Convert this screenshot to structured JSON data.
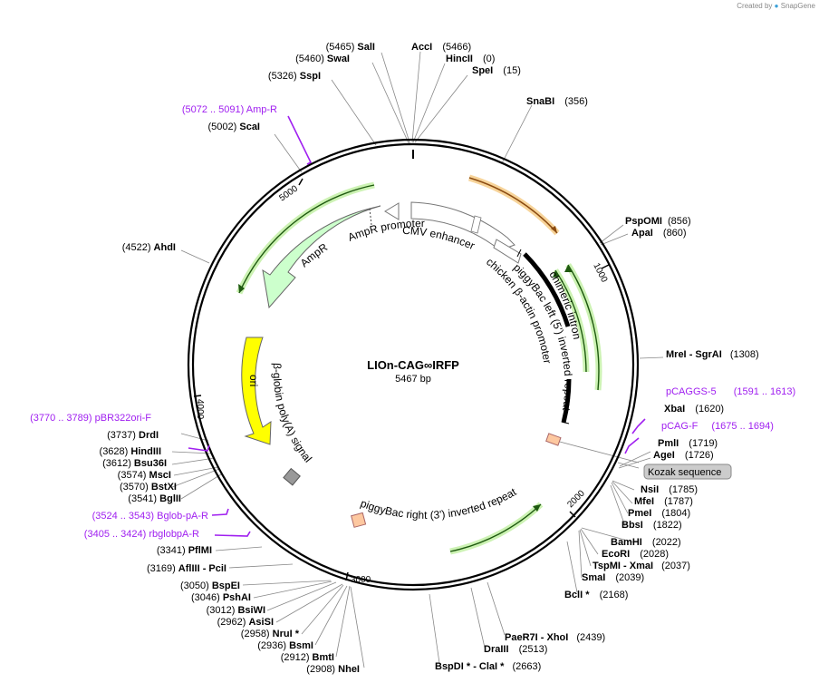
{
  "credit": {
    "prefix": "Created by",
    "brand": "SnapGene"
  },
  "plasmid": {
    "name": "LIOn-CAG∞IRFP",
    "size_label": "5467 bp"
  },
  "ruler": {
    "ticks": [
      "1000",
      "2000",
      "3000",
      "4000",
      "5000"
    ]
  },
  "colors": {
    "backbone": "#000000",
    "primer": "#a020f0",
    "ampr": "#ccffcc",
    "ori": "#ffff00",
    "orf": "#88bb44",
    "orange_orf": "#cc8833"
  },
  "features": {
    "ampr_promoter": "AmpR promoter",
    "cmv_enhancer": "CMV enhancer",
    "ampr": "AmpR",
    "ori": "ori",
    "chicken": "chicken β-actin promoter",
    "chimeric_intron": "chimeric intron",
    "piggybac_left": "piggyBac left (5') inverted repeat",
    "bglobin_polya": "β-globin poly(A) signal",
    "piggybac_right": "piggyBac right (3') inverted repeat",
    "kozak": "Kozak sequence"
  },
  "sites": {
    "s5465": {
      "pos": "(5465)",
      "name": "SalI"
    },
    "s5460": {
      "pos": "(5460)",
      "name": "SwaI"
    },
    "s5326": {
      "pos": "(5326)",
      "name": "SspI"
    },
    "s5002": {
      "pos": "(5002)",
      "name": "ScaI"
    },
    "s4522": {
      "pos": "(4522)",
      "name": "AhdI"
    },
    "s3737": {
      "pos": "(3737)",
      "name": "DrdI"
    },
    "s3628": {
      "pos": "(3628)",
      "name": "HindIII"
    },
    "s3612": {
      "pos": "(3612)",
      "name": "Bsu36I"
    },
    "s3574": {
      "pos": "(3574)",
      "name": "MscI"
    },
    "s3570": {
      "pos": "(3570)",
      "name": "BstXI"
    },
    "s3541": {
      "pos": "(3541)",
      "name": "BglII"
    },
    "s3341": {
      "pos": "(3341)",
      "name": "PflMI"
    },
    "s3169": {
      "pos": "(3169)",
      "name": "AflIII",
      "name2": "- PciI"
    },
    "s3050": {
      "pos": "(3050)",
      "name": "BspEI"
    },
    "s3046": {
      "pos": "(3046)",
      "name": "PshAI"
    },
    "s3012": {
      "pos": "(3012)",
      "name": "BsiWI"
    },
    "s2962": {
      "pos": "(2962)",
      "name": "AsiSI"
    },
    "s2958": {
      "pos": "(2958)",
      "name": "NruI *"
    },
    "s2936": {
      "pos": "(2936)",
      "name": "BsmI"
    },
    "s2912": {
      "pos": "(2912)",
      "name": "BmtI"
    },
    "s2908": {
      "pos": "(2908)",
      "name": "NheI"
    },
    "accI": {
      "name": "AccI",
      "pos": "(5466)"
    },
    "hincII": {
      "name": "HincII",
      "pos": "(0)"
    },
    "speI": {
      "name": "SpeI",
      "pos": "(15)"
    },
    "snabI": {
      "name": "SnaBI",
      "pos": "(356)"
    },
    "pspomi": {
      "name": "PspOMI",
      "pos": "(856)"
    },
    "apai": {
      "name": "ApaI",
      "pos": "(860)"
    },
    "mrei": {
      "name": "MreI",
      "name2": "- SgrAI",
      "pos": "(1308)"
    },
    "xbai": {
      "name": "XbaI",
      "pos": "(1620)"
    },
    "pmli": {
      "name": "PmlI",
      "pos": "(1719)"
    },
    "agei": {
      "name": "AgeI",
      "pos": "(1726)"
    },
    "nsii": {
      "name": "NsiI",
      "pos": "(1785)"
    },
    "mfei": {
      "name": "MfeI",
      "pos": "(1787)"
    },
    "pmei": {
      "name": "PmeI",
      "pos": "(1804)"
    },
    "bbsi": {
      "name": "BbsI",
      "pos": "(1822)"
    },
    "bamhi": {
      "name": "BamHI",
      "pos": "(2022)"
    },
    "ecori": {
      "name": "EcoRI",
      "pos": "(2028)"
    },
    "tspmi": {
      "name": "TspMI",
      "name2": "- XmaI",
      "pos": "(2037)"
    },
    "smai": {
      "name": "SmaI",
      "pos": "(2039)"
    },
    "bcli": {
      "name": "BclI *",
      "pos": "(2168)"
    },
    "paer7i": {
      "name": "PaeR7I",
      "name2": "- XhoI",
      "pos": "(2439)"
    },
    "draiii": {
      "name": "DraIII",
      "pos": "(2513)"
    },
    "bspdi": {
      "name": "BspDI *",
      "name2": "- ClaI *",
      "pos": "(2663)"
    }
  },
  "primers": {
    "ampr_p": {
      "pos": "(5072 .. 5091)",
      "name": "Amp-R"
    },
    "pbr": {
      "pos": "(3770 .. 3789)",
      "name": "pBR322ori-F"
    },
    "bglob": {
      "pos": "(3524 .. 3543)",
      "name": "Bglob-pA-R"
    },
    "rbglob": {
      "pos": "(3405 .. 3424)",
      "name": "rbglobpA-R"
    },
    "pcaggs5": {
      "name": "pCAGGS-5",
      "pos": "(1591 .. 1613)"
    },
    "pcagf": {
      "name": "pCAG-F",
      "pos": "(1675 .. 1694)"
    }
  }
}
